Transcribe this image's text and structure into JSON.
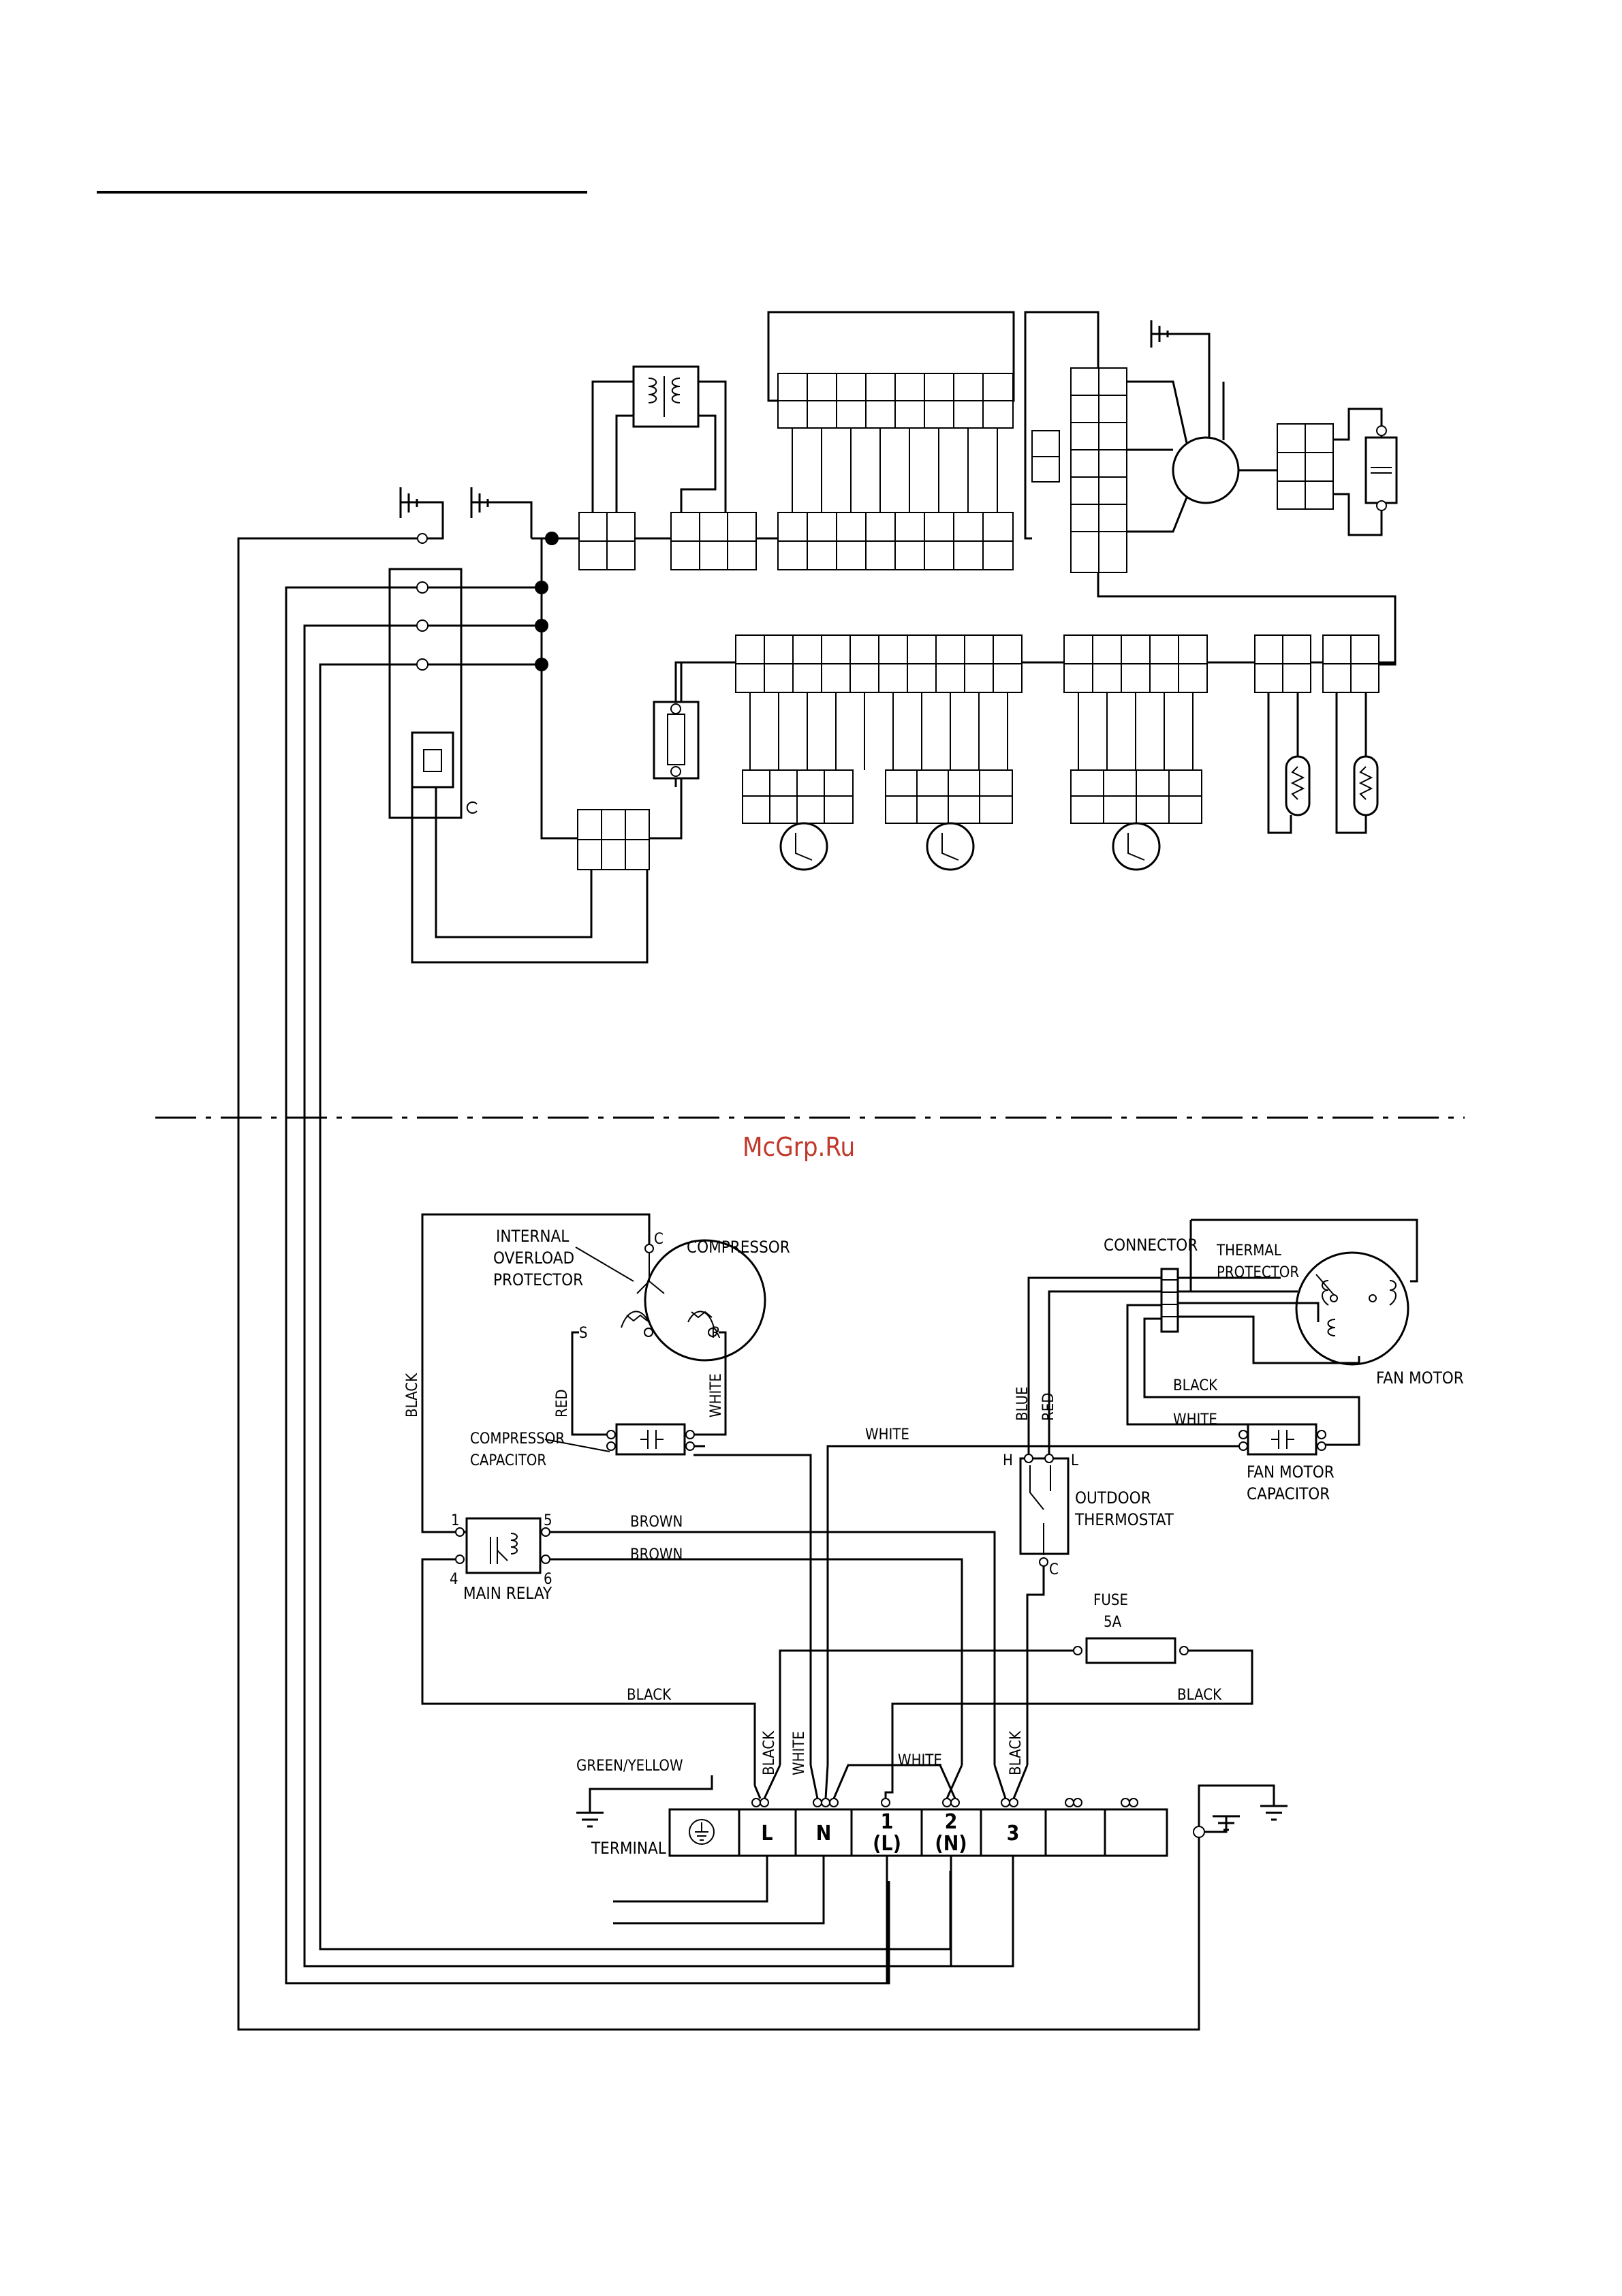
{
  "watermark": "McGrp.Ru",
  "indoor": {},
  "outdoor": {
    "compressor": {
      "title": "COMPRESSOR",
      "protector_line1": "INTERNAL",
      "protector_line2": "OVERLOAD",
      "protector_line3": "PROTECTOR",
      "pin_c": "C",
      "pin_s": "S",
      "pin_r": "R"
    },
    "compressor_capacitor": {
      "line1": "COMPRESSOR",
      "line2": "CAPACITOR"
    },
    "main_relay": {
      "label": "MAIN RELAY",
      "p1": "1",
      "p4": "4",
      "p5": "5",
      "p6": "6"
    },
    "connector": "CONNECTOR",
    "fan_motor": {
      "label": "FAN MOTOR",
      "protector_line1": "THERMAL",
      "protector_line2": "PROTECTOR"
    },
    "fan_capacitor": {
      "line1": "FAN MOTOR",
      "line2": "CAPACITOR"
    },
    "thermostat": {
      "line1": "OUTDOOR",
      "line2": "THERMOSTAT",
      "pin_h": "H",
      "pin_l": "L",
      "pin_c": "C"
    },
    "fuse": {
      "line1": "FUSE",
      "line2": "5A"
    },
    "wires": {
      "black": "BLACK",
      "red": "RED",
      "white": "WHITE",
      "blue": "BLUE",
      "brown": "BROWN",
      "green_yellow": "GREEN/YELLOW"
    },
    "terminal": {
      "label": "TERMINAL",
      "cells": [
        {
          "line1": "L",
          "line2": ""
        },
        {
          "line1": "N",
          "line2": ""
        },
        {
          "line1": "1",
          "line2": "(L)"
        },
        {
          "line1": "2",
          "line2": "(N)"
        },
        {
          "line1": "3",
          "line2": ""
        }
      ]
    }
  }
}
